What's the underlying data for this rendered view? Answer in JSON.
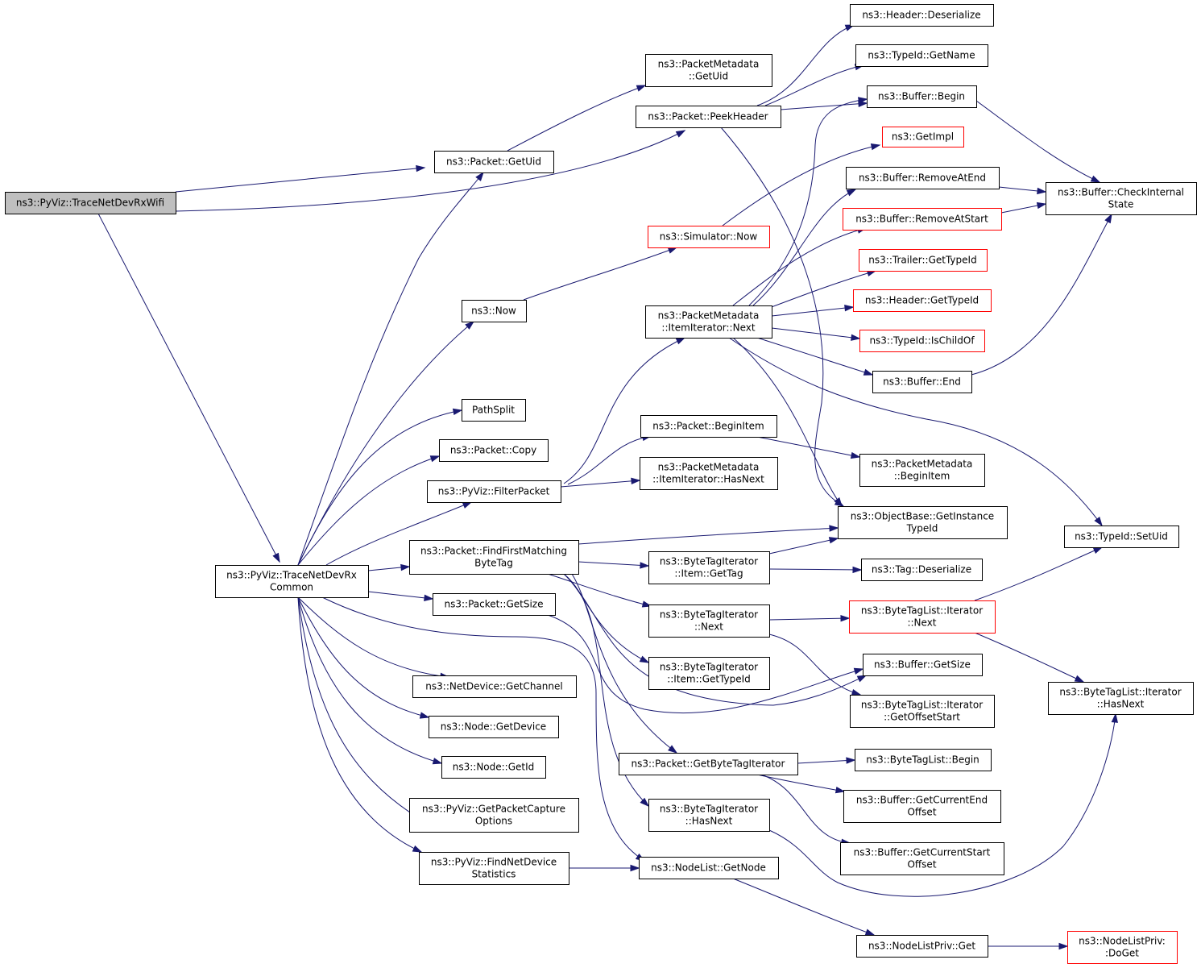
{
  "colors": {
    "edge": "#191970",
    "normal_border": "#000000",
    "truncated_border": "#ff0000",
    "root_fill": "#bfbfbf",
    "node_fill": "#ffffff"
  },
  "nodes": [
    {
      "id": "root",
      "lines": [
        "ns3::PyViz::TraceNetDevRxWifi"
      ],
      "kind": "root"
    },
    {
      "id": "common",
      "lines": [
        "ns3::PyViz::TraceNetDevRx",
        "Common"
      ],
      "kind": "normal"
    },
    {
      "id": "pkt_getuid",
      "lines": [
        "ns3::Packet::GetUid"
      ],
      "kind": "normal"
    },
    {
      "id": "pm_getuid",
      "lines": [
        "ns3::PacketMetadata",
        "::GetUid"
      ],
      "kind": "normal"
    },
    {
      "id": "peekheader",
      "lines": [
        "ns3::Packet::PeekHeader"
      ],
      "kind": "normal"
    },
    {
      "id": "hdr_deser",
      "lines": [
        "ns3::Header::Deserialize"
      ],
      "kind": "normal"
    },
    {
      "id": "typeid_getname",
      "lines": [
        "ns3::TypeId::GetName"
      ],
      "kind": "normal"
    },
    {
      "id": "buf_begin",
      "lines": [
        "ns3::Buffer::Begin"
      ],
      "kind": "normal"
    },
    {
      "id": "getimpl",
      "lines": [
        "ns3::GetImpl"
      ],
      "kind": "truncated"
    },
    {
      "id": "buf_removeatend",
      "lines": [
        "ns3::Buffer::RemoveAtEnd"
      ],
      "kind": "normal"
    },
    {
      "id": "buf_checkinternal",
      "lines": [
        "ns3::Buffer::CheckInternal",
        "State"
      ],
      "kind": "normal"
    },
    {
      "id": "buf_removeatstart",
      "lines": [
        "ns3::Buffer::RemoveAtStart"
      ],
      "kind": "truncated"
    },
    {
      "id": "sim_now",
      "lines": [
        "ns3::Simulator::Now"
      ],
      "kind": "truncated"
    },
    {
      "id": "trailer_gettypeid",
      "lines": [
        "ns3::Trailer::GetTypeId"
      ],
      "kind": "truncated"
    },
    {
      "id": "ns3_now",
      "lines": [
        "ns3::Now"
      ],
      "kind": "normal"
    },
    {
      "id": "pm_ii_next",
      "lines": [
        "ns3::PacketMetadata",
        "::ItemIterator::Next"
      ],
      "kind": "normal"
    },
    {
      "id": "header_gettypeid",
      "lines": [
        "ns3::Header::GetTypeId"
      ],
      "kind": "truncated"
    },
    {
      "id": "typeid_ischildof",
      "lines": [
        "ns3::TypeId::IsChildOf"
      ],
      "kind": "truncated"
    },
    {
      "id": "buf_end",
      "lines": [
        "ns3::Buffer::End"
      ],
      "kind": "normal"
    },
    {
      "id": "pathsplit",
      "lines": [
        "PathSplit"
      ],
      "kind": "normal"
    },
    {
      "id": "pkt_beginitem",
      "lines": [
        "ns3::Packet::BeginItem"
      ],
      "kind": "normal"
    },
    {
      "id": "pkt_copy",
      "lines": [
        "ns3::Packet::Copy"
      ],
      "kind": "normal"
    },
    {
      "id": "pm_beginitem",
      "lines": [
        "ns3::PacketMetadata",
        "::BeginItem"
      ],
      "kind": "normal"
    },
    {
      "id": "pm_ii_hasnext",
      "lines": [
        "ns3::PacketMetadata",
        "::ItemIterator::HasNext"
      ],
      "kind": "normal"
    },
    {
      "id": "filterpacket",
      "lines": [
        "ns3::PyViz::FilterPacket"
      ],
      "kind": "normal"
    },
    {
      "id": "ob_getinstancetypeid",
      "lines": [
        "ns3::ObjectBase::GetInstance",
        "TypeId"
      ],
      "kind": "normal"
    },
    {
      "id": "typeid_setuid",
      "lines": [
        "ns3::TypeId::SetUid"
      ],
      "kind": "normal"
    },
    {
      "id": "pkt_findfirst",
      "lines": [
        "ns3::Packet::FindFirstMatching",
        "ByteTag"
      ],
      "kind": "normal"
    },
    {
      "id": "bti_item_gettag",
      "lines": [
        "ns3::ByteTagIterator",
        "::Item::GetTag"
      ],
      "kind": "normal"
    },
    {
      "id": "tag_deser",
      "lines": [
        "ns3::Tag::Deserialize"
      ],
      "kind": "normal"
    },
    {
      "id": "pkt_getsize",
      "lines": [
        "ns3::Packet::GetSize"
      ],
      "kind": "normal"
    },
    {
      "id": "bti_next",
      "lines": [
        "ns3::ByteTagIterator",
        "::Next"
      ],
      "kind": "normal"
    },
    {
      "id": "btl_it_next",
      "lines": [
        "ns3::ByteTagList::Iterator",
        "::Next"
      ],
      "kind": "truncated"
    },
    {
      "id": "buf_getsize",
      "lines": [
        "ns3::Buffer::GetSize"
      ],
      "kind": "normal"
    },
    {
      "id": "bti_item_gettypeid",
      "lines": [
        "ns3::ByteTagIterator",
        "::Item::GetTypeId"
      ],
      "kind": "normal"
    },
    {
      "id": "btl_it_hasnext",
      "lines": [
        "ns3::ByteTagList::Iterator",
        "::HasNext"
      ],
      "kind": "normal"
    },
    {
      "id": "netdev_getchannel",
      "lines": [
        "ns3::NetDevice::GetChannel"
      ],
      "kind": "normal"
    },
    {
      "id": "btl_it_getoffsetstart",
      "lines": [
        "ns3::ByteTagList::Iterator",
        "::GetOffsetStart"
      ],
      "kind": "normal"
    },
    {
      "id": "node_getdevice",
      "lines": [
        "ns3::Node::GetDevice"
      ],
      "kind": "normal"
    },
    {
      "id": "pkt_getbytetagiterator",
      "lines": [
        "ns3::Packet::GetByteTagIterator"
      ],
      "kind": "normal"
    },
    {
      "id": "btl_begin",
      "lines": [
        "ns3::ByteTagList::Begin"
      ],
      "kind": "normal"
    },
    {
      "id": "node_getid",
      "lines": [
        "ns3::Node::GetId"
      ],
      "kind": "normal"
    },
    {
      "id": "buf_getcurrentendoffset",
      "lines": [
        "ns3::Buffer::GetCurrentEnd",
        "Offset"
      ],
      "kind": "normal"
    },
    {
      "id": "getpacketcapture",
      "lines": [
        "ns3::PyViz::GetPacketCapture",
        "Options"
      ],
      "kind": "normal"
    },
    {
      "id": "bti_hasnext",
      "lines": [
        "ns3::ByteTagIterator",
        "::HasNext"
      ],
      "kind": "normal"
    },
    {
      "id": "buf_getcurrentstartoffset",
      "lines": [
        "ns3::Buffer::GetCurrentStart",
        "Offset"
      ],
      "kind": "normal"
    },
    {
      "id": "findnetdevstats",
      "lines": [
        "ns3::PyViz::FindNetDevice",
        "Statistics"
      ],
      "kind": "normal"
    },
    {
      "id": "nodelist_getnode",
      "lines": [
        "ns3::NodeList::GetNode"
      ],
      "kind": "normal"
    },
    {
      "id": "nlp_get",
      "lines": [
        "ns3::NodeListPriv::Get"
      ],
      "kind": "normal"
    },
    {
      "id": "nlp_doget",
      "lines": [
        "ns3::NodeListPriv:",
        ":DoGet"
      ],
      "kind": "truncated"
    }
  ],
  "edges": [
    [
      "root",
      "pkt_getuid"
    ],
    [
      "root",
      "peekheader"
    ],
    [
      "root",
      "common"
    ],
    [
      "pkt_getuid",
      "pm_getuid"
    ],
    [
      "peekheader",
      "hdr_deser"
    ],
    [
      "peekheader",
      "typeid_getname"
    ],
    [
      "peekheader",
      "buf_begin"
    ],
    [
      "peekheader",
      "ob_getinstancetypeid"
    ],
    [
      "buf_begin",
      "buf_checkinternal"
    ],
    [
      "buf_removeatend",
      "buf_checkinternal"
    ],
    [
      "buf_removeatstart",
      "buf_checkinternal"
    ],
    [
      "buf_end",
      "buf_checkinternal"
    ],
    [
      "sim_now",
      "getimpl"
    ],
    [
      "ns3_now",
      "sim_now"
    ],
    [
      "pm_ii_next",
      "buf_begin"
    ],
    [
      "pm_ii_next",
      "buf_removeatend"
    ],
    [
      "pm_ii_next",
      "buf_removeatstart"
    ],
    [
      "pm_ii_next",
      "trailer_gettypeid"
    ],
    [
      "pm_ii_next",
      "header_gettypeid"
    ],
    [
      "pm_ii_next",
      "typeid_ischildof"
    ],
    [
      "pm_ii_next",
      "buf_end"
    ],
    [
      "pm_ii_next",
      "typeid_setuid"
    ],
    [
      "pm_ii_next",
      "ob_getinstancetypeid"
    ],
    [
      "filterpacket",
      "pm_ii_next"
    ],
    [
      "filterpacket",
      "pkt_beginitem"
    ],
    [
      "filterpacket",
      "pm_ii_hasnext"
    ],
    [
      "pkt_beginitem",
      "pm_beginitem"
    ],
    [
      "common",
      "pkt_getuid"
    ],
    [
      "common",
      "ns3_now"
    ],
    [
      "common",
      "pathsplit"
    ],
    [
      "common",
      "pkt_copy"
    ],
    [
      "common",
      "filterpacket"
    ],
    [
      "common",
      "pkt_findfirst"
    ],
    [
      "common",
      "pkt_getsize"
    ],
    [
      "common",
      "netdev_getchannel"
    ],
    [
      "common",
      "node_getdevice"
    ],
    [
      "common",
      "node_getid"
    ],
    [
      "common",
      "getpacketcapture"
    ],
    [
      "common",
      "findnetdevstats"
    ],
    [
      "common",
      "nodelist_getnode"
    ],
    [
      "pkt_findfirst",
      "ob_getinstancetypeid"
    ],
    [
      "pkt_findfirst",
      "bti_item_gettag"
    ],
    [
      "pkt_findfirst",
      "bti_next"
    ],
    [
      "pkt_findfirst",
      "bti_item_gettypeid"
    ],
    [
      "pkt_findfirst",
      "pkt_getbytetagiterator"
    ],
    [
      "pkt_findfirst",
      "bti_hasnext"
    ],
    [
      "pkt_findfirst",
      "buf_getsize"
    ],
    [
      "bti_item_gettag",
      "ob_getinstancetypeid"
    ],
    [
      "bti_item_gettag",
      "tag_deser"
    ],
    [
      "bti_next",
      "btl_it_next"
    ],
    [
      "bti_next",
      "btl_it_getoffsetstart"
    ],
    [
      "btl_it_next",
      "typeid_setuid"
    ],
    [
      "btl_it_next",
      "btl_it_hasnext"
    ],
    [
      "pkt_getsize",
      "buf_getsize"
    ],
    [
      "pkt_getbytetagiterator",
      "btl_begin"
    ],
    [
      "pkt_getbytetagiterator",
      "buf_getcurrentendoffset"
    ],
    [
      "pkt_getbytetagiterator",
      "buf_getcurrentstartoffset"
    ],
    [
      "bti_hasnext",
      "btl_it_hasnext"
    ],
    [
      "findnetdevstats",
      "nodelist_getnode"
    ],
    [
      "nodelist_getnode",
      "nlp_get"
    ],
    [
      "nlp_get",
      "nlp_doget"
    ]
  ]
}
